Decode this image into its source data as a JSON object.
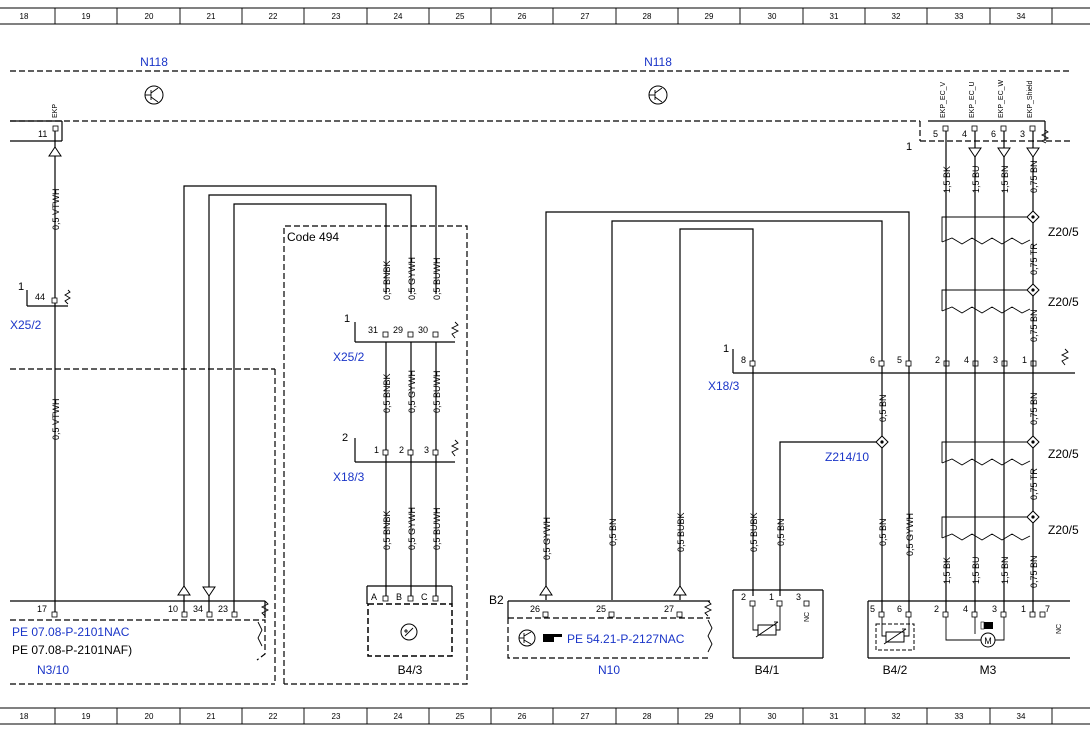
{
  "grid_numbers": [
    "18",
    "19",
    "20",
    "21",
    "22",
    "23",
    "24",
    "25",
    "26",
    "27",
    "28",
    "29",
    "30",
    "31",
    "32",
    "33",
    "34"
  ],
  "modules": {
    "n118_left": "N118",
    "n118_right": "N118",
    "n118_pin1": "1",
    "ekp_signal": "EKP",
    "ekp_ec_v": "EKP_EC_V",
    "ekp_ec_u": "EKP_EC_U",
    "ekp_ec_w": "EKP_EC_W",
    "ekp_shield": "EKP_Shield",
    "pin_11": "11",
    "pin_5": "5",
    "pin_4": "4",
    "pin_6": "6",
    "pin_3": "3",
    "code_box": "Code 494"
  },
  "wires": {
    "vtwh_top": "0,5 VTWH",
    "vtwh_mid": "0,5 VTWH",
    "bk_top": "1,5 BK",
    "bu_top": "1,5 BU",
    "bn_top": "1,5 BN",
    "bn075_top": "0,75 BN",
    "bnbk_1": "0,5 BNBK",
    "gywh_1": "0,5 GYWH",
    "buwh_1": "0,5 BUWH",
    "bnbk_2": "0,5 BNBK",
    "gywh_2": "0,5 GYWH",
    "buwh_2": "0,5 BUWH",
    "bnbk_3": "0,5 BNBK",
    "gywh_3": "0,5 GYWH",
    "buwh_3": "0,5 BUWH",
    "tr_1": "0,75 TR",
    "bn_z2": "0,75 BN",
    "bn_z3": "0,75 BN",
    "tr_2": "0,75 TR",
    "bn_z214": "0,5 BN",
    "gywh_n10": "0,5 GYWH",
    "bn_n10": "0,5 BN",
    "bubk_n10": "0,5 BUBK",
    "bubk_b41": "0,5 BUBK",
    "bn_b41": "0,5 BN",
    "bn_b42": "0,5 BN",
    "gywh_b42": "0,5 GYWH",
    "bk_m3": "1,5 BK",
    "bu_m3": "1,5 BU",
    "bn_m3": "1,5 BN",
    "bn075_m3": "0,75 BN"
  },
  "connectors": {
    "x25_2_left": "X25/2",
    "x25_2_left_pin": "44",
    "x25_2_left_num": "1",
    "x25_2_mid": "X25/2",
    "x25_2_mid_num": "1",
    "x25_2_pins": [
      "31",
      "29",
      "30"
    ],
    "x18_3_mid": "X18/3",
    "x18_3_mid_num": "2",
    "x18_3_pins": [
      "1",
      "2",
      "3"
    ],
    "x18_3_right": "X18/3",
    "x18_3_right_num": "1",
    "x18_3_right_pins": [
      "8",
      "6",
      "5",
      "2",
      "4",
      "3",
      "1"
    ],
    "z20_labels": [
      "Z20/5",
      "Z20/5",
      "Z20/5",
      "Z20/5"
    ],
    "z214": "Z214/10"
  },
  "components": {
    "n3_10": "N3/10",
    "n3_10_pins": [
      "17",
      "10",
      "34",
      "23"
    ],
    "n3_10_ref1": "PE 07.08-P-2101NAC",
    "n3_10_ref2": "PE 07.08-P-2101NAF)",
    "b4_3": "B4/3",
    "b4_3_pins": [
      "A",
      "B",
      "C"
    ],
    "b2": "B2",
    "n10": "N10",
    "n10_pins": [
      "26",
      "25",
      "27"
    ],
    "n10_ref": "PE 54.21-P-2127NAC",
    "b4_1": "B4/1",
    "b4_1_pins": [
      "2",
      "1",
      "3"
    ],
    "nc_1": "NC",
    "b4_2": "B4/2",
    "m3": "M3",
    "m3_pins": [
      "5",
      "6",
      "2",
      "4",
      "3",
      "1",
      "7"
    ],
    "nc_2": "NC"
  }
}
